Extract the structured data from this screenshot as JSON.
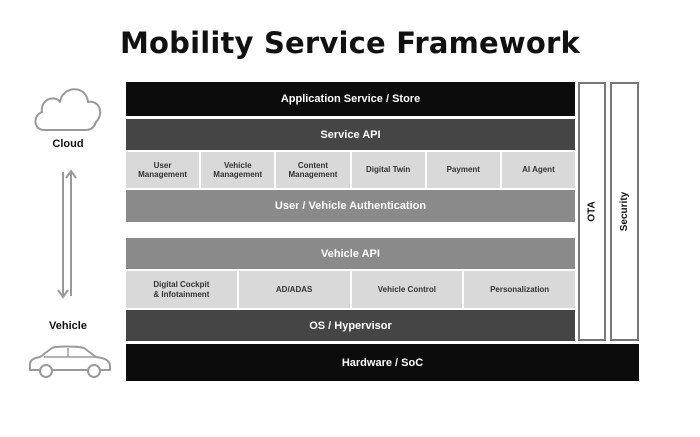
{
  "title": "Mobility Service Framework",
  "left": {
    "cloud_label": "Cloud",
    "vehicle_label": "Vehicle",
    "cloud_icon": "cloud-icon",
    "car_icon": "car-icon",
    "arrows_icon": "bidirectional-arrows-icon"
  },
  "layers": {
    "application": "Application Service / Store",
    "service_api": "Service API",
    "service_modules": [
      "User\nManagement",
      "Vehicle\nManagement",
      "Content\nManagement",
      "Digital Twin",
      "Payment",
      "AI Agent"
    ],
    "authentication": "User / Vehicle Authentication",
    "vehicle_api": "Vehicle API",
    "vehicle_modules": [
      "Digital Cockpit\n& Infotainment",
      "AD/ADAS",
      "Vehicle Control",
      "Personalization"
    ],
    "os": "OS / Hypervisor",
    "hardware": "Hardware / SoC"
  },
  "side": {
    "ota": "OTA",
    "security": "Security"
  },
  "colors": {
    "black": "#0c0c0c",
    "dark_gray": "#454545",
    "mid_gray": "#8a8a8a",
    "light_gray": "#d9d9d9"
  }
}
